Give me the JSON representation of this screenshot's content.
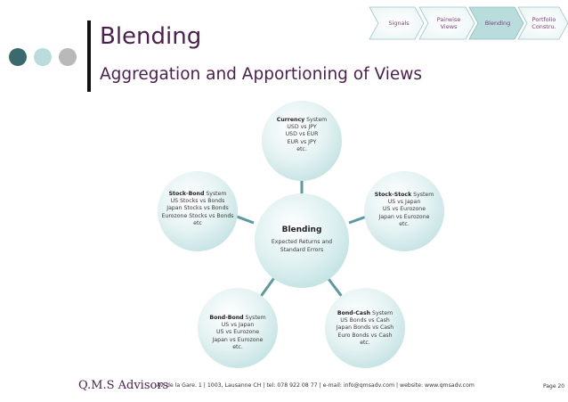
{
  "header": {
    "title": "Blending",
    "subtitle": "Aggregation and Apportioning of Views"
  },
  "nav": {
    "steps": [
      {
        "label": "Signals",
        "active": false
      },
      {
        "label": "Pairwise Views",
        "active": false
      },
      {
        "label": "Blending",
        "active": true
      },
      {
        "label": "Portfolio Constru.",
        "active": false
      }
    ]
  },
  "diagram": {
    "center": {
      "title": "Blending",
      "subtitle": "Expected Returns and Standard Errors"
    },
    "nodes": [
      {
        "bold": "Currency",
        "rest": " System",
        "lines": [
          "USD vs JPY",
          "USD vs EUR",
          "EUR vs JPY",
          "etc."
        ]
      },
      {
        "bold": "Stock-Stock",
        "rest": " System",
        "lines": [
          "US vs Japan",
          "US vs Eurozone",
          "Japan vs Eurozone",
          "etc."
        ]
      },
      {
        "bold": "Bond-Cash",
        "rest": " System",
        "lines": [
          "US Bonds vs Cash",
          "Japan Bonds vs Cash",
          "Euro Bonds vs Cash",
          "etc."
        ]
      },
      {
        "bold": "Bond-Bond",
        "rest": " System",
        "lines": [
          "US vs Japan",
          "US vs Eurozone",
          "Japan vs Eurozone",
          "etc."
        ]
      },
      {
        "bold": "Stock-Bond",
        "rest": " System",
        "lines": [
          "US Stocks vs Bonds",
          "Japan Stocks vs Bonds",
          "Eurozone Stocks vs Bonds",
          "etc"
        ]
      }
    ]
  },
  "footer": {
    "brand": "Q.M.S Advisors",
    "contact": "Av. de la Gare. 1  | 1003, Lausanne CH | tel: 078 922 08 77 | e-mail: info@qmsadv.com  | website: www.qmsadv.com",
    "page": "Page 20"
  },
  "colors": {
    "accent": "#4b1f4e",
    "circle_fill": "#cde8e8",
    "connector": "#5b9aa0",
    "chevron_active": "#b9dcdd"
  }
}
